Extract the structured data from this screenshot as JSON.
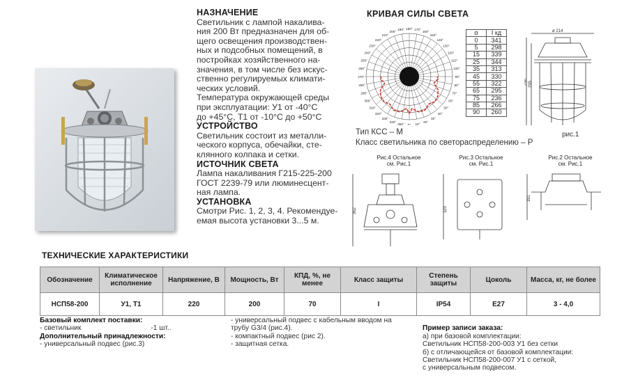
{
  "description": {
    "sections": [
      {
        "title": "НАЗНАЧЕНИЕ",
        "text": "Светильник с лампой накалива-\nния 200 Вт предназначен для об-\nщего освещения производствен-\nных и подсобных помещений, в\nпостройках хозяйственного на-\nзначения, в том числе без искус-\nственно регулируемых климати-\nческих условий.\nТемпература окружающей среды\nпри эксплуатации: У1 от -40°С\nдо +45°С, Т1 от -10°С до +50°С"
      },
      {
        "title": "УСТРОЙСТВО",
        "text": "Светильник состоит из металли-\nческого корпуса, обечайки, сте-\nклянного колпака и сетки."
      },
      {
        "title": "ИСТОЧНИК СВЕТА",
        "text": "Лампа накаливания Г215-225-200\nГОСТ 2239-79 или люминесцент-\nная лампа."
      },
      {
        "title": "УСТАНОВКА",
        "text": "Смотри Рис. 1, 2, 3, 4. Рекомендуе-\nемая высота установки 3...5 м."
      }
    ]
  },
  "curve": {
    "title": "КРИВАЯ СИЛЫ СВЕТА",
    "angle_labels": [
      "180°",
      "170°",
      "160°",
      "150°",
      "140°",
      "130°",
      "120°",
      "110°",
      "100°",
      "90°",
      "80°",
      "70°",
      "60°",
      "50°",
      "40°",
      "30°",
      "20°",
      "10°",
      "0°",
      "190°",
      "200°",
      "210°",
      "220°",
      "230°",
      "240°",
      "250°",
      "260°",
      "270°",
      "280°",
      "290°",
      "300°",
      "310°",
      "320°",
      "330°",
      "340°",
      "350°"
    ],
    "table_header": [
      "α",
      "I кд"
    ],
    "rows": [
      {
        "a": "0",
        "i": "341"
      },
      {
        "a": "5",
        "i": "298"
      },
      {
        "a": "15",
        "i": "339"
      },
      {
        "a": "25",
        "i": "344"
      },
      {
        "a": "35",
        "i": "313"
      },
      {
        "a": "45",
        "i": "330"
      },
      {
        "a": "55",
        "i": "322"
      },
      {
        "a": "65",
        "i": "295"
      },
      {
        "a": "75",
        "i": "236"
      },
      {
        "a": "85",
        "i": "266"
      },
      {
        "a": "90",
        "i": "260"
      }
    ],
    "type_line": "Тип КСС – М",
    "class_line": "Класс светильника по светораспределению – Р",
    "curve_color": "#c0392b"
  },
  "drawings": {
    "fig1_label": "рис.1",
    "fig1_dims": [
      "ø 214",
      "290",
      "295"
    ],
    "fig4_caption": "Рис.4 Остальное\nсм. Рис.1",
    "fig3_caption": "Рис.3 Остальное\nсм. Рис.1",
    "fig2_caption": "Рис.2 Остальное\nсм. Рис.1",
    "fig4_dim": "362",
    "fig3_dim": "320",
    "fig2_dim": "391"
  },
  "tech": {
    "title": "ТЕХНИЧЕСКИЕ ХАРАКТЕРИСТИКИ",
    "headers": [
      "Обозначение",
      "Климатическое исполнение",
      "Напряжение, В",
      "Мощность, Вт",
      "КПД, %, не менее",
      "Класс защиты",
      "Степень защиты",
      "Цоколь",
      "Масса, кг, не более"
    ],
    "row": [
      "НСП58-200",
      "У1, Т1",
      "220",
      "200",
      "70",
      "I",
      "IP54",
      "E27",
      "3 - 4,0"
    ]
  },
  "footer": {
    "base_title": "Базовый комплект поставки:",
    "base_item": "- светильник",
    "base_qty": "-1 шт..",
    "extra_title": "Дополнительный принадлежности:",
    "extra_item": "- универсальный подвес (рис.3)",
    "middle": "- универсальный подвес с кабельным вводом на\n  трубу G3/4 (рис.4).\n- компактный подвес (рис 2).\n- защитная сетка.",
    "order_title": "Пример записи заказа:",
    "order_text": "а) при базовой комплектации:\nСветильник НСП58-200-003 У1 без сетки\nб) с отличающейся от базовой комплектации:\nСветильник НСП58-200-007 У1 с сеткой,\nс универсальным подвесом."
  }
}
